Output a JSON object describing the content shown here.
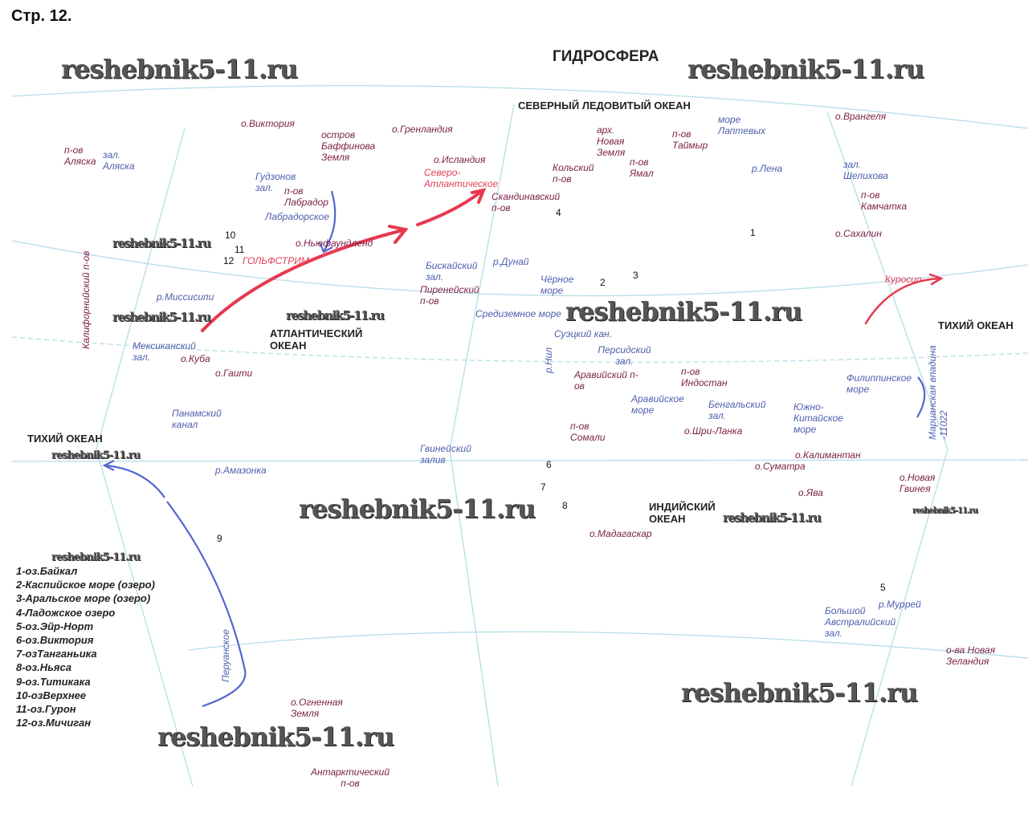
{
  "page_header": "Стр. 12.",
  "title": "ГИДРОСФЕРА",
  "watermark": "reshebnik5-11.ru",
  "oceans": {
    "arctic": "СЕВЕРНЫЙ ЛЕДОВИТЫЙ ОКЕАН",
    "atlantic": "АТЛАНТИЧЕСКИЙ ОКЕАН",
    "pacific_e": "ТИХИЙ ОКЕАН",
    "pacific_w": "ТИХИЙ ОКЕАН",
    "indian": "ИНДИЙСКИЙ ОКЕАН"
  },
  "labels": [
    "о.Виктория",
    "остров Баффинова Земля",
    "о.Гренландия",
    "п-ов Аляска",
    "зал. Аляска",
    "Гудзонов зал.",
    "п-ов Лабрадор",
    "Лабрадорское",
    "о.Ньюфаундленд",
    "ГОЛЬФСТРИМ",
    "Калифорнийский п-ов",
    "р.Миссисипи",
    "Мексиканский зал.",
    "о.Куба",
    "о.Гаити",
    "Панамский канал",
    "р.Амазонка",
    "Перуанское",
    "о.Огненная Земля",
    "Антарктический п-ов",
    "Северо-Атлантическое",
    "о.Исландия",
    "Скандинавский п-ов",
    "Бискайский зал.",
    "Пиренейский п-ов",
    "р.Дунай",
    "Чёрное море",
    "Средиземное море",
    "Суэцкий кан.",
    "р.Нил",
    "Персидский зал.",
    "Аравийский п-ов",
    "Аравийское море",
    "п-ов Сомали",
    "Гвинейский залив",
    "о.Мадагаскар",
    "арх. Новая Земля",
    "Кольский п-ов",
    "п-ов Ямал",
    "п-ов Таймыр",
    "море Лаптевых",
    "р.Лена",
    "о.Врангеля",
    "зал. Шелихова",
    "п-ов Камчатка",
    "о.Сахалин",
    "Куросио",
    "п-ов Индостан",
    "Бенгальский зал.",
    "о.Шри-Ланка",
    "Южно-Китайское море",
    "Филиппинское море",
    "Марианская впадина -11022",
    "о.Калимантан",
    "о.Суматра",
    "о.Ява",
    "о.Новая Гвинея",
    "Большой Австралийский зал.",
    "р.Муррей",
    "о-ва Новая Зеландия"
  ],
  "numbers": [
    "1",
    "2",
    "3",
    "4",
    "5",
    "6",
    "7",
    "8",
    "9",
    "10",
    "11",
    "12"
  ],
  "legend": [
    "1-оз.Байкал",
    "2-Каспийское море (озеро)",
    "3-Аральское море (озеро)",
    "4-Ладожское озеро",
    "5-оз.Эйр-Норт",
    "6-оз.Виктория",
    "7-озТанганьика",
    "8-оз.Ньяса",
    "9-оз.Титикака",
    "10-озВерхнее",
    "11-оз.Гурон",
    "12-оз.Мичиган"
  ]
}
